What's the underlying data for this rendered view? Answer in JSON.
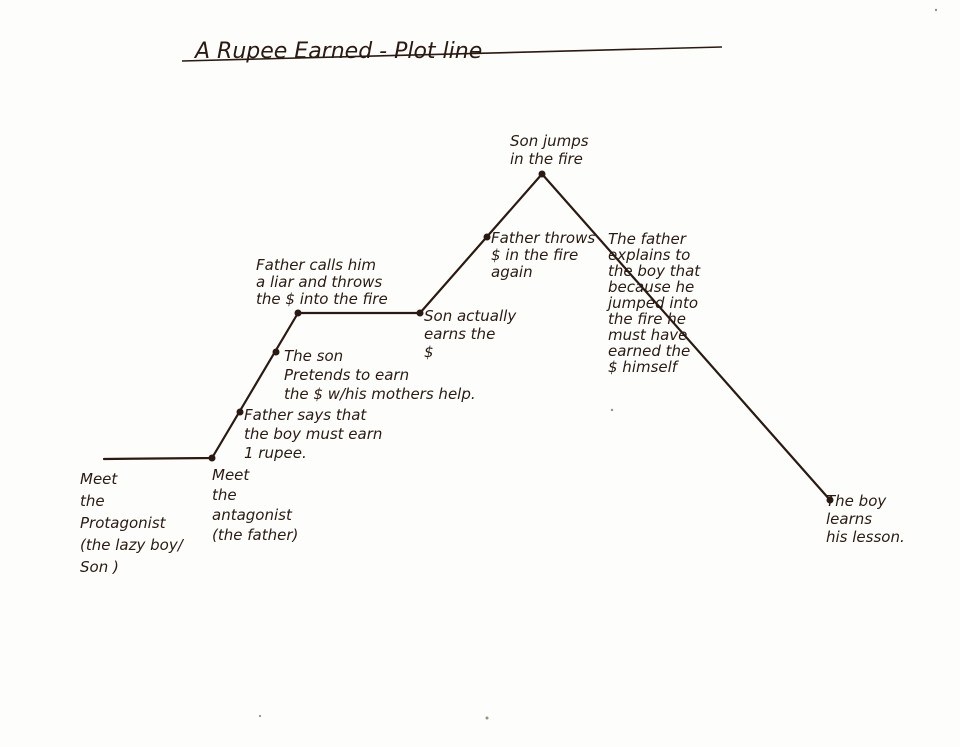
{
  "title": "A Rupee Earned - Plot line",
  "colors": {
    "ink": "#2a1a12",
    "paper": "#fdfdfb"
  },
  "events": [
    {
      "id": "meet-protagonist",
      "lines": [
        "Meet",
        "the",
        "Protagonist",
        "(the lazy boy/",
        "Son )"
      ]
    },
    {
      "id": "meet-antagonist",
      "lines": [
        "Meet",
        "the",
        "antagonist",
        "(the father)"
      ]
    },
    {
      "id": "father-says-earn",
      "lines": [
        "Father says that",
        "the boy must earn",
        "1 rupee."
      ]
    },
    {
      "id": "son-pretends",
      "lines": [
        "The son",
        "Pretends to earn",
        "the  $ w/his mothers help."
      ]
    },
    {
      "id": "father-calls-liar",
      "lines": [
        "Father calls him",
        "a liar and throws",
        "the $ into the fire"
      ]
    },
    {
      "id": "son-earns",
      "lines": [
        "Son actually",
        "earns the",
        "$"
      ]
    },
    {
      "id": "father-throws-again",
      "lines": [
        "Father throws",
        "$ in the fire",
        "again"
      ]
    },
    {
      "id": "son-jumps",
      "lines": [
        "Son jumps",
        "in the fire"
      ]
    },
    {
      "id": "father-explains",
      "lines": [
        "The father",
        "explains to",
        "the boy that",
        "because he",
        "jumped into",
        "the fire he",
        "must have",
        "earned the",
        "$ himself"
      ]
    },
    {
      "id": "boy-learns",
      "lines": [
        "The boy",
        "learns",
        "his lesson."
      ]
    }
  ]
}
